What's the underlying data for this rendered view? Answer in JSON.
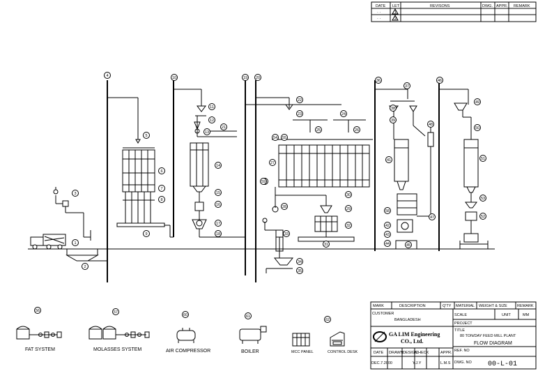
{
  "revision_table": {
    "headers": {
      "date": "DATE",
      "let": "LET",
      "revisions": "REVISONS",
      "dwg": "DWG.",
      "appr": "APPR.",
      "remark": "REMARK"
    },
    "rows": [
      {
        "date": "· ·",
        "let": "1"
      },
      {
        "date": "· ·",
        "let": "2"
      }
    ]
  },
  "equipment_tags": [
    {
      "id": "t1",
      "label": "1"
    },
    {
      "id": "t2",
      "label": "2"
    },
    {
      "id": "t3",
      "label": "3"
    },
    {
      "id": "t4",
      "label": "4"
    },
    {
      "id": "t5",
      "label": "5"
    },
    {
      "id": "t6",
      "label": "6"
    },
    {
      "id": "t7",
      "label": "7"
    },
    {
      "id": "t8",
      "label": "8"
    },
    {
      "id": "t9",
      "label": "9"
    },
    {
      "id": "t10",
      "label": "10"
    },
    {
      "id": "t11",
      "label": "11"
    },
    {
      "id": "t12",
      "label": "12"
    },
    {
      "id": "t13",
      "label": "13"
    },
    {
      "id": "t14",
      "label": "14"
    },
    {
      "id": "t15",
      "label": "15"
    },
    {
      "id": "t16",
      "label": "16"
    },
    {
      "id": "t17",
      "label": "17"
    },
    {
      "id": "t18",
      "label": "18"
    },
    {
      "id": "t19",
      "label": "19"
    },
    {
      "id": "t20",
      "label": "20"
    },
    {
      "id": "t21",
      "label": "21"
    },
    {
      "id": "t22",
      "label": "22"
    },
    {
      "id": "t23",
      "label": "23"
    },
    {
      "id": "t24",
      "label": "24"
    },
    {
      "id": "t25",
      "label": "25"
    },
    {
      "id": "t26",
      "label": "26"
    },
    {
      "id": "t27",
      "label": "27"
    },
    {
      "id": "t28",
      "label": "28"
    },
    {
      "id": "t29",
      "label": "29"
    },
    {
      "id": "t30",
      "label": "30"
    },
    {
      "id": "t31",
      "label": "31"
    },
    {
      "id": "t32",
      "label": "32"
    },
    {
      "id": "t33",
      "label": "33"
    },
    {
      "id": "t34",
      "label": "34"
    },
    {
      "id": "t35",
      "label": "35"
    },
    {
      "id": "t36",
      "label": "36"
    },
    {
      "id": "t37",
      "label": "37"
    },
    {
      "id": "t38",
      "label": "38"
    },
    {
      "id": "t39",
      "label": "39"
    },
    {
      "id": "t40",
      "label": "40"
    },
    {
      "id": "t41",
      "label": "41"
    },
    {
      "id": "t42",
      "label": "42"
    },
    {
      "id": "t43",
      "label": "43"
    },
    {
      "id": "t44",
      "label": "44"
    },
    {
      "id": "t45",
      "label": "45"
    },
    {
      "id": "t46",
      "label": "46"
    },
    {
      "id": "t47",
      "label": "47"
    },
    {
      "id": "t48",
      "label": "48"
    },
    {
      "id": "t49",
      "label": "49"
    },
    {
      "id": "t50",
      "label": "50"
    },
    {
      "id": "t51",
      "label": "51"
    },
    {
      "id": "t52",
      "label": "52"
    },
    {
      "id": "t53",
      "label": "53"
    },
    {
      "id": "t54",
      "label": "54"
    },
    {
      "id": "t55",
      "label": "55"
    },
    {
      "id": "t56",
      "label": "56"
    },
    {
      "id": "t57",
      "label": "57"
    },
    {
      "id": "t58",
      "label": "58"
    },
    {
      "id": "t59",
      "label": "59"
    },
    {
      "id": "t60",
      "label": "60"
    },
    {
      "id": "t61",
      "label": "61"
    },
    {
      "id": "t62",
      "label": "62"
    }
  ],
  "systems": {
    "fat": "FAT SYSTEM",
    "molasses": "MOLASSES SYSTEM",
    "air": "AIR COMPRESSOR",
    "boiler": "BOILER",
    "mcc_panel": "MCC PANEL",
    "control_desk": "CONTROL DESK"
  },
  "title_block": {
    "mark": "MARK",
    "description": "DESCRIPTION",
    "qty": "Q'TY",
    "material": "MATERIAL",
    "weight_size": "WEIGHT & SIZE",
    "remark": "REMARK",
    "customer_label": "CUSTOMER",
    "customer": "BANGLADESH",
    "scale_label": "SCALE",
    "unit_label": "UNIT",
    "unit": "MM",
    "project_label": "PROJECT",
    "title_label": "TITLE",
    "title": "80 TON/DAY FEED MILL PLANT",
    "subtitle": "FLOW DIAGRAM",
    "company_line1": "GA LIM Engineering",
    "company_line2": "CO., Ltd.",
    "ref_label": "REF. NO",
    "date_label": "DATE",
    "drawn": "DRAWN",
    "design": "DESIGN",
    "check": "CHECK",
    "appr": "APPR.",
    "date": "DEC.7.2000",
    "designer": "Y.J.Y",
    "approver": "L.M.S",
    "dwg_label": "DWG. NO",
    "dwg_no": "00-L-01"
  }
}
